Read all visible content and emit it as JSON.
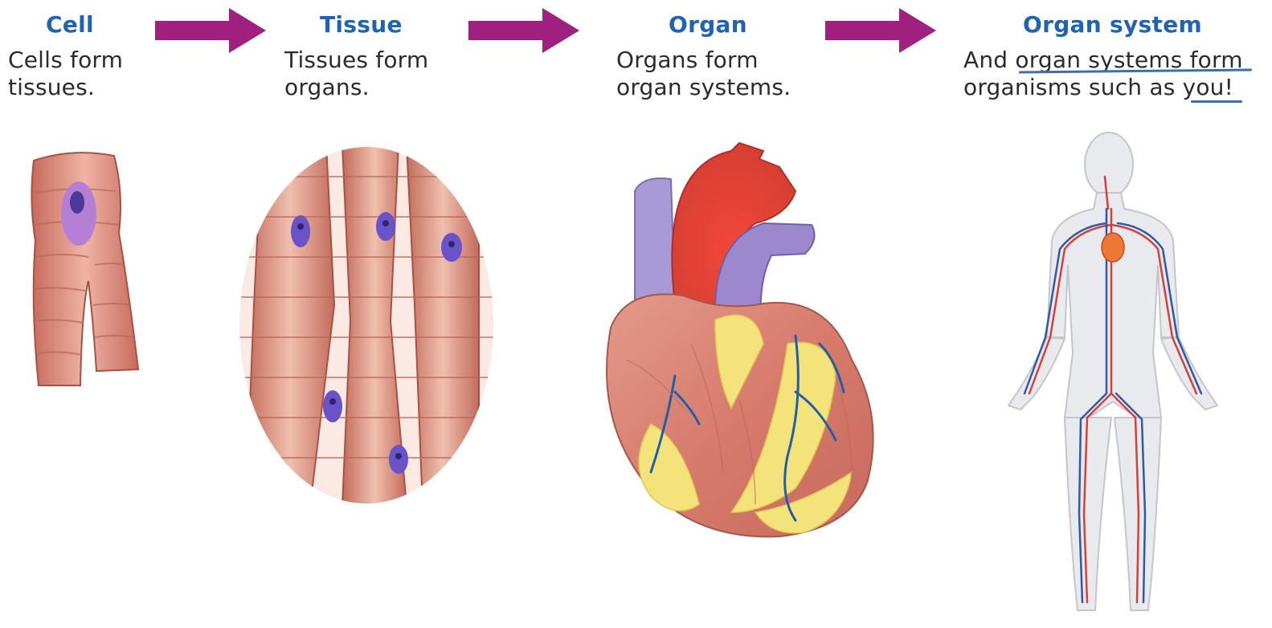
{
  "stages": [
    {
      "title": "Cell",
      "line1": "Cells form",
      "line2": "tissues."
    },
    {
      "title": "Tissue",
      "line1": "Tissues form",
      "line2": "organs."
    },
    {
      "title": "Organ",
      "line1": "Organs form",
      "line2": "organ systems."
    },
    {
      "title": "Organ system",
      "line1": "And organ systems form",
      "line2": "organisms such as you!"
    }
  ],
  "colors": {
    "title": "#1f63b5",
    "arrow": "#a0207f",
    "muscle": "#e6a497",
    "nucleus": "#6a52c9",
    "fat": "#f3e27a",
    "vein": "#1f5fa8",
    "underline": "#3b6fb0"
  },
  "icons": [
    "cell-illustration",
    "tissue-illustration",
    "heart-illustration",
    "human-body-illustration"
  ]
}
